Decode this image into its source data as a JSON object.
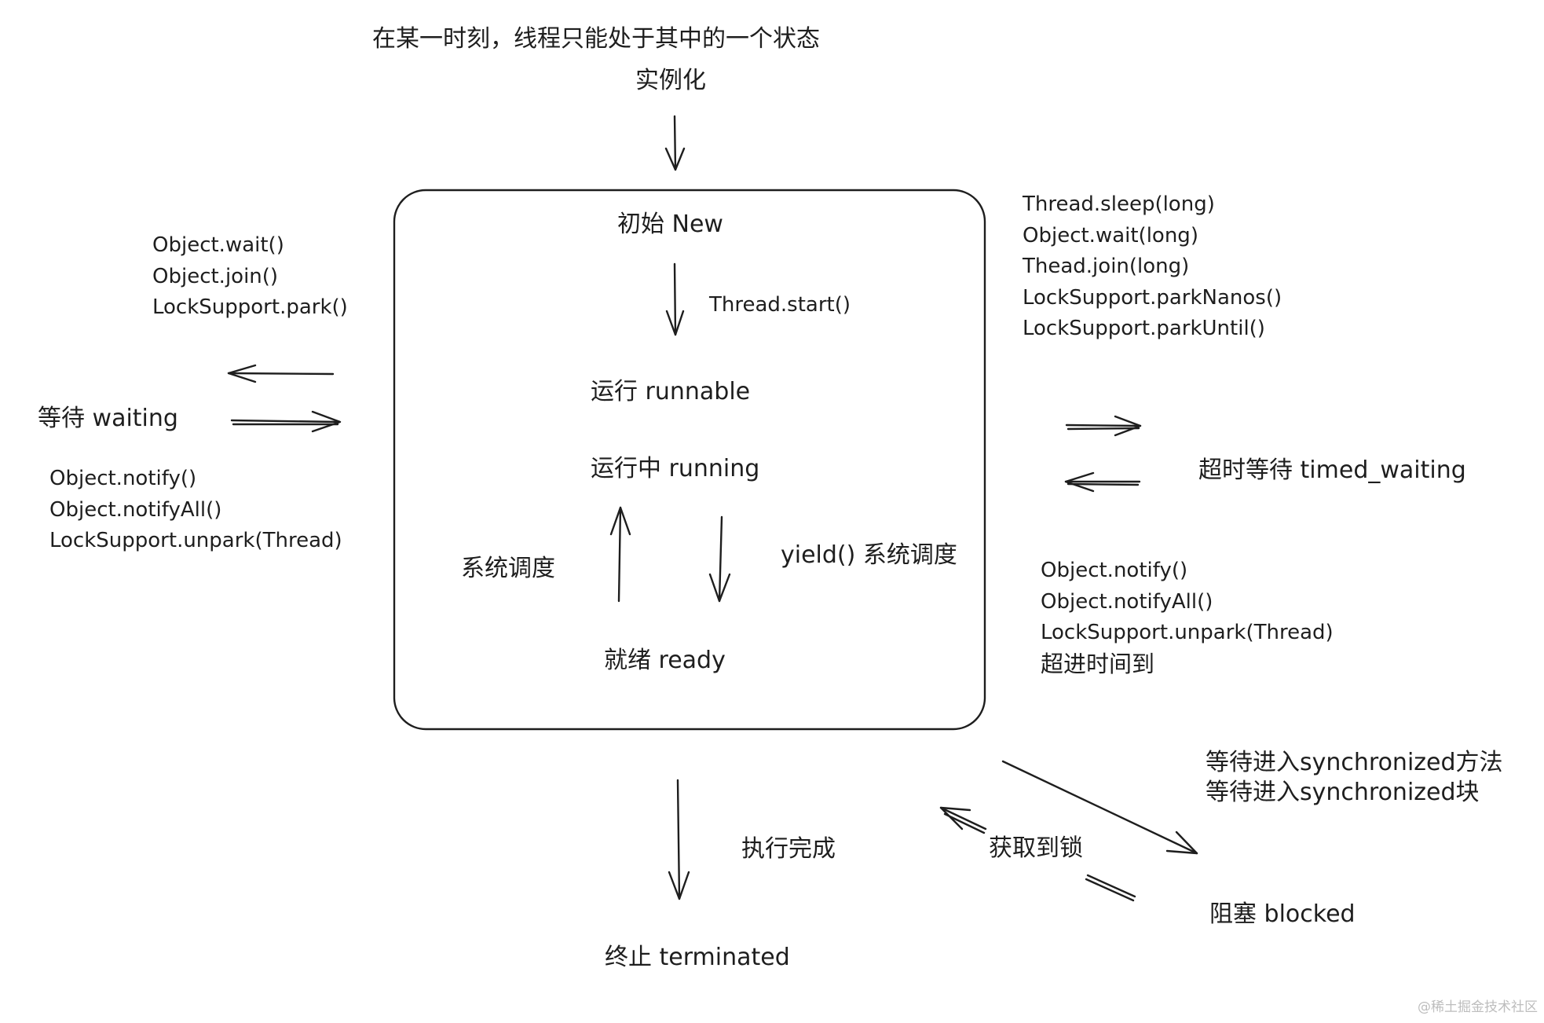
{
  "title": "在某一时刻，线程只能处于其中的一个状态",
  "instantiate_label": "实例化",
  "states": {
    "new": "初始 New",
    "runnable": "运行 runnable",
    "running": "运行中 running",
    "ready": "就绪 ready",
    "waiting": "等待 waiting",
    "timed_waiting": "超时等待 timed_waiting",
    "blocked": "阻塞 blocked",
    "terminated": "终止 terminated"
  },
  "transitions": {
    "start": "Thread.start()",
    "ready_to_running": "系统调度",
    "running_to_ready": "yield() 系统调度",
    "to_waiting": [
      "Object.wait()",
      "Object.join()",
      "LockSupport.park()"
    ],
    "from_waiting": [
      "Object.notify()",
      "Object.notifyAll()",
      "LockSupport.unpark(Thread)"
    ],
    "to_timed_waiting": [
      "Thread.sleep(long)",
      "Object.wait(long)",
      "Thead.join(long)",
      "LockSupport.parkNanos()",
      "LockSupport.parkUntil()"
    ],
    "from_timed_waiting": [
      "Object.notify()",
      "Object.notifyAll()",
      "LockSupport.unpark(Thread)",
      "超进时间到"
    ],
    "to_blocked": [
      "等待进入synchronized方法",
      "等待进入synchronized块"
    ],
    "from_blocked": "获取到锁",
    "to_terminated": "执行完成"
  },
  "watermark": "@稀土掘金技术社区",
  "colors": {
    "ink": "#1e1e1e",
    "background": "#ffffff",
    "watermark": "#bdbdbd"
  }
}
